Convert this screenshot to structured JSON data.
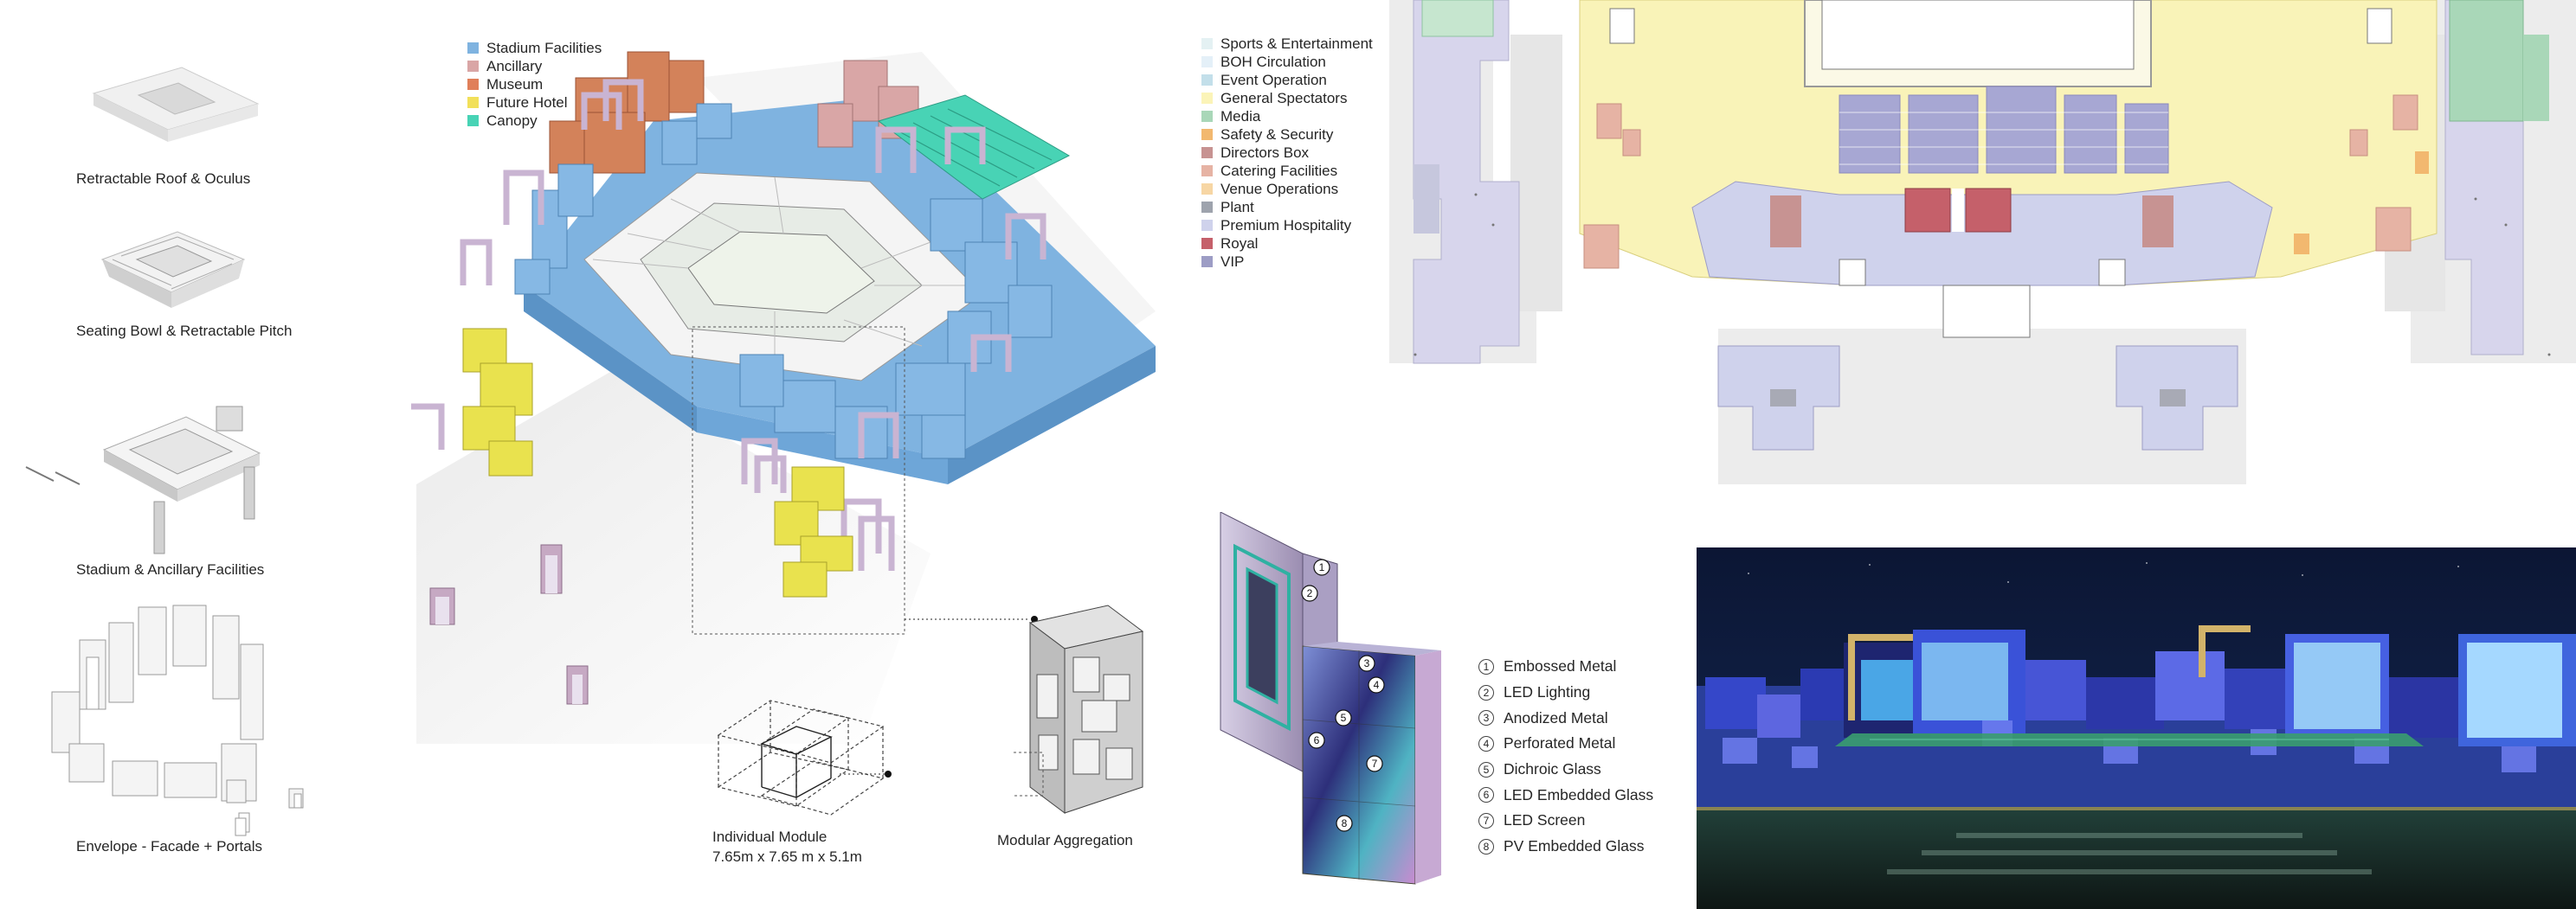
{
  "sequence": [
    {
      "name": "roof-oculus",
      "label": "Retractable Roof & Oculus"
    },
    {
      "name": "seating-bowl",
      "label": "Seating Bowl & Retractable Pitch"
    },
    {
      "name": "ancillary-facilities",
      "label": "Stadium & Ancillary Facilities"
    },
    {
      "name": "envelope",
      "label": "Envelope - Facade + Portals"
    }
  ],
  "axo_legend": [
    {
      "label": "Stadium Facilities",
      "color": "#7fb3e0"
    },
    {
      "label": "Ancillary",
      "color": "#d9a6a6"
    },
    {
      "label": "Museum",
      "color": "#e07f5a"
    },
    {
      "label": "Future Hotel",
      "color": "#f2e05a"
    },
    {
      "label": "Canopy",
      "color": "#48d3b5"
    }
  ],
  "module": {
    "label": "Individual Module",
    "dimensions": "7.65m x 7.65 m x 5.1m",
    "aggregation_label": "Modular Aggregation"
  },
  "plan_legend": [
    {
      "label": "Sports & Entertainment",
      "color": "#e4f1f3"
    },
    {
      "label": "BOH Circulation",
      "color": "#e4f0f8"
    },
    {
      "label": "Event Operation",
      "color": "#c3dfea"
    },
    {
      "label": "General Spectators",
      "color": "#fbf4b8"
    },
    {
      "label": "Media",
      "color": "#a9d7b8"
    },
    {
      "label": "Safety & Security",
      "color": "#f2b86f"
    },
    {
      "label": "Directors Box",
      "color": "#c79392"
    },
    {
      "label": "Catering Facilities",
      "color": "#e6b3a4"
    },
    {
      "label": "Venue Operations",
      "color": "#f7d6a4"
    },
    {
      "label": "Plant",
      "color": "#9ea3ad"
    },
    {
      "label": "Premium Hospitality",
      "color": "#cfd2ec"
    },
    {
      "label": "Royal",
      "color": "#c5606a"
    },
    {
      "label": "VIP",
      "color": "#9d9dc5"
    }
  ],
  "materials": [
    {
      "num": "1",
      "label": "Embossed Metal"
    },
    {
      "num": "2",
      "label": "LED Lighting"
    },
    {
      "num": "3",
      "label": "Anodized Metal"
    },
    {
      "num": "4",
      "label": "Perforated Metal"
    },
    {
      "num": "5",
      "label": "Dichroic Glass"
    },
    {
      "num": "6",
      "label": "LED Embedded Glass"
    },
    {
      "num": "7",
      "label": "LED Screen"
    },
    {
      "num": "8",
      "label": "PV Embedded Glass"
    }
  ]
}
